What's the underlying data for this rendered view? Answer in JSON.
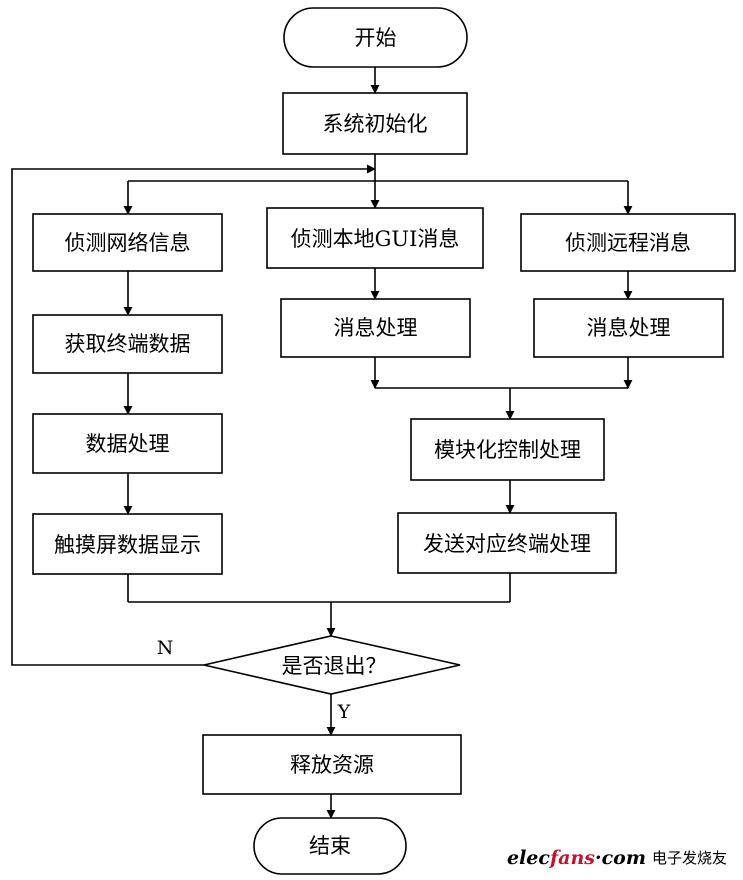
{
  "nodes": {
    "start": "开始",
    "init": "系统初始化",
    "detect_net": "侦测网络信息",
    "get_data": "获取终端数据",
    "data_proc": "数据处理",
    "touch_display": "触摸屏数据显示",
    "detect_gui": "侦测本地GUI消息",
    "msg_proc_local": "消息处理",
    "detect_remote": "侦测远程消息",
    "msg_proc_remote": "消息处理",
    "module_ctrl": "模块化控制处理",
    "send_terminal": "发送对应终端处理",
    "decision": "是否退出？",
    "release": "释放资源",
    "end": "结束"
  },
  "edge_labels": {
    "no": "N",
    "yes": "Y"
  },
  "watermark": {
    "brand_prefix": "elec",
    "brand_mid": "fans",
    "brand_suffix": "·com",
    "brand_cn": "电子发烧友"
  }
}
